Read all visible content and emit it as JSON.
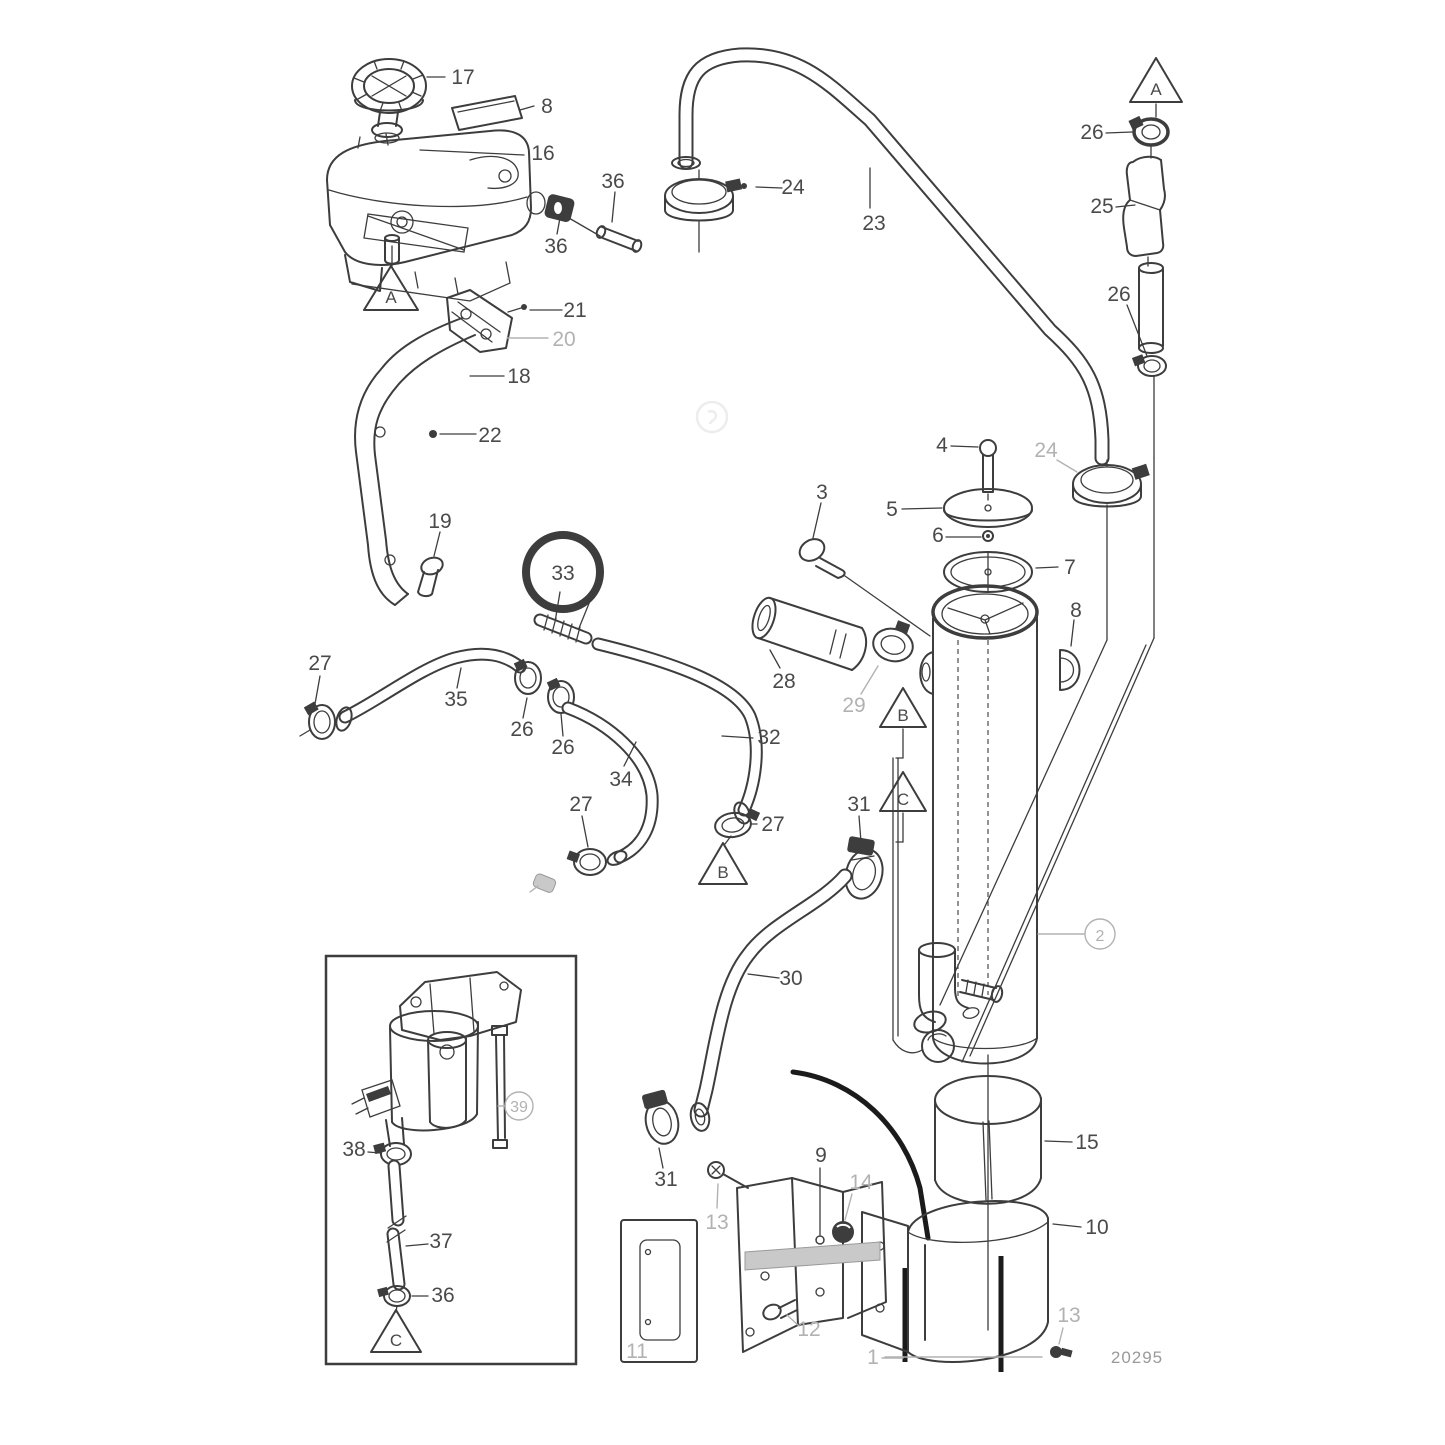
{
  "diagram": {
    "drawing_number": "20295",
    "colors": {
      "line": "#3d3d3d",
      "label_dark": "#4a4a4a",
      "label_muted": "#b2b2b2",
      "background": "#ffffff",
      "strap": "#1b1b1b"
    },
    "callouts": {
      "c17": "17",
      "c8a": "8",
      "c16": "16",
      "c36a": "36",
      "c36b": "36",
      "c21": "21",
      "c20": "20",
      "c18": "18",
      "c22": "22",
      "c19": "19",
      "c23": "23",
      "c24a": "24",
      "c26c": "26",
      "c25": "25",
      "c26d": "26",
      "c24b": "24",
      "c33": "33",
      "c27a": "27",
      "c35": "35",
      "c26a": "26",
      "c26b": "26",
      "c34": "34",
      "c32": "32",
      "c27b": "27",
      "c27c": "27",
      "c4": "4",
      "c5": "5",
      "c3": "3",
      "c6": "6",
      "c7": "7",
      "c8b": "8",
      "c28": "28",
      "c29": "29",
      "c31a": "31",
      "c30": "30",
      "c31b": "31",
      "c15": "15",
      "c10": "10",
      "c13c": "13",
      "c9": "9",
      "c14": "14",
      "c13a": "13",
      "c12": "12",
      "c1": "1",
      "c11": "11",
      "c38": "38",
      "c37": "37",
      "c36c": "36"
    },
    "markers": {
      "a_tank": "A",
      "a_top": "A",
      "b_mid": "B",
      "b_hx": "B",
      "c_hx": "C",
      "c_inset": "C"
    },
    "circled_refs": {
      "hx": "2",
      "inset": "39"
    }
  }
}
